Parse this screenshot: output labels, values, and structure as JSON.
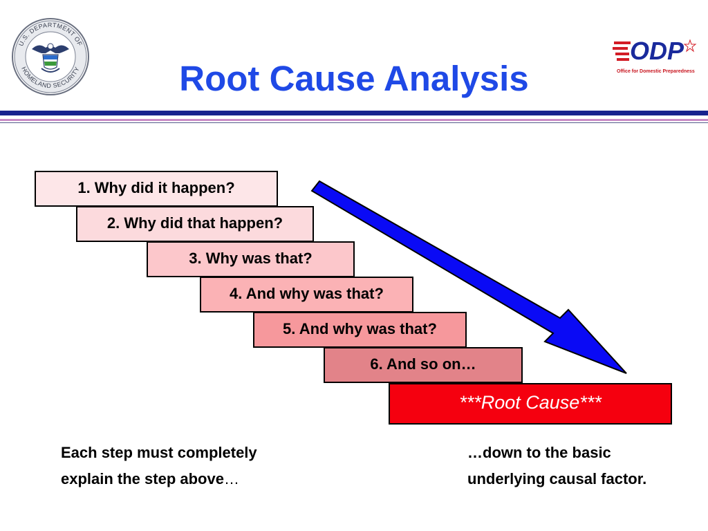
{
  "header": {
    "title": "Root Cause Analysis",
    "seal_text_top": "U.S. DEPARTMENT OF",
    "seal_text_bottom": "HOMELAND SECURITY",
    "logo_text": "ODP",
    "logo_caption": "Office for Domestic Preparedness"
  },
  "steps": [
    {
      "label": "1. Why did it happen?",
      "color": "#fde6e8"
    },
    {
      "label": "2. Why did that happen?",
      "color": "#fcdadd"
    },
    {
      "label": "3. Why was that?",
      "color": "#fcc7cb"
    },
    {
      "label": "4. And why was that?",
      "color": "#fbb2b5"
    },
    {
      "label": "5. And why was that?",
      "color": "#f6989c"
    },
    {
      "label": "6. And so on…",
      "color": "#e28389"
    }
  ],
  "root_cause": {
    "label": "***Root Cause***",
    "color": "#f5000f"
  },
  "arrow_color": "#0a0af5",
  "notes": {
    "left_line1": "Each step must completely",
    "left_line2": "explain the step above",
    "left_ellipsis": "…",
    "right_line1": "…down to the basic",
    "right_line2": "underlying causal factor."
  }
}
